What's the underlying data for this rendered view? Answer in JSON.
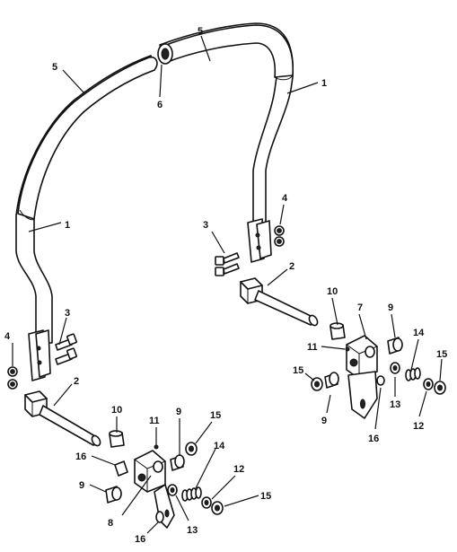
{
  "diagram": {
    "callouts": {
      "c1a": "1",
      "c1b": "1",
      "c2a": "2",
      "c2b": "2",
      "c3a": "3",
      "c3b": "3",
      "c4a": "4",
      "c4b": "4",
      "c5a": "5",
      "c5b": "5",
      "c6": "6",
      "c7": "7",
      "c8": "8",
      "c9a": "9",
      "c9b": "9",
      "c9c": "9",
      "c9d": "9",
      "c10a": "10",
      "c10b": "10",
      "c11a": "11",
      "c11b": "11",
      "c12a": "12",
      "c12b": "12",
      "c13a": "13",
      "c13b": "13",
      "c14a": "14",
      "c14b": "14",
      "c15a": "15",
      "c15b": "15",
      "c15c": "15",
      "c16a": "16",
      "c16b": "16",
      "c16c": "16"
    }
  }
}
